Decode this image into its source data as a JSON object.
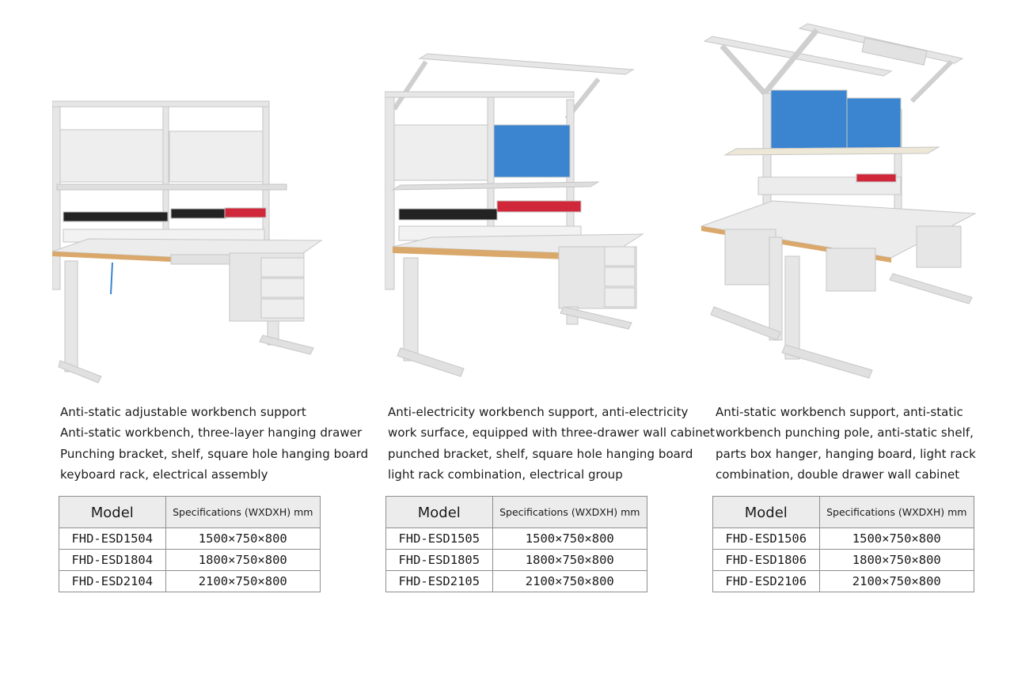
{
  "products": [
    {
      "description_lines": [
        "Anti-static adjustable workbench support",
        "Anti-static workbench, three-layer hanging drawer",
        "Punching bracket, shelf, square hole hanging board",
        "keyboard rack, electrical assembly"
      ],
      "table": {
        "headers": [
          "Model",
          "Specifications (WXDXH) mm"
        ],
        "rows": [
          [
            "FHD-ESD1504",
            "1500×750×800"
          ],
          [
            "FHD-ESD1804",
            "1800×750×800"
          ],
          [
            "FHD-ESD2104",
            "2100×750×800"
          ]
        ]
      }
    },
    {
      "description_lines": [
        "Anti-electricity workbench support, anti-electricity",
        "work surface, equipped with three-drawer wall cabinet",
        "punched bracket, shelf, square hole hanging board",
        "light rack combination, electrical group"
      ],
      "table": {
        "headers": [
          "Model",
          "Specifications (WXDXH) mm"
        ],
        "rows": [
          [
            "FHD-ESD1505",
            "1500×750×800"
          ],
          [
            "FHD-ESD1805",
            "1800×750×800"
          ],
          [
            "FHD-ESD2105",
            "2100×750×800"
          ]
        ]
      }
    },
    {
      "description_lines": [
        "Anti-static workbench support, anti-static",
        "workbench punching pole, anti-static shelf,",
        "parts box hanger, hanging board, light rack",
        "combination, double drawer wall cabinet"
      ],
      "table": {
        "headers": [
          "Model",
          "Specifications (WXDXH) mm"
        ],
        "rows": [
          [
            "FHD-ESD1506",
            "1500×750×800"
          ],
          [
            "FHD-ESD1806",
            "1800×750×800"
          ],
          [
            "FHD-ESD2106",
            "2100×750×800"
          ]
        ]
      }
    }
  ],
  "colors": {
    "frame": "#e6e6e6",
    "frame_edge": "#c6c6c6",
    "desktop": "#ececec",
    "wood_edge": "#d9a86a",
    "blue_board": "#3a84d0",
    "bin_black": "#232323",
    "bin_red": "#d0283a",
    "table_header": "#ececec"
  }
}
